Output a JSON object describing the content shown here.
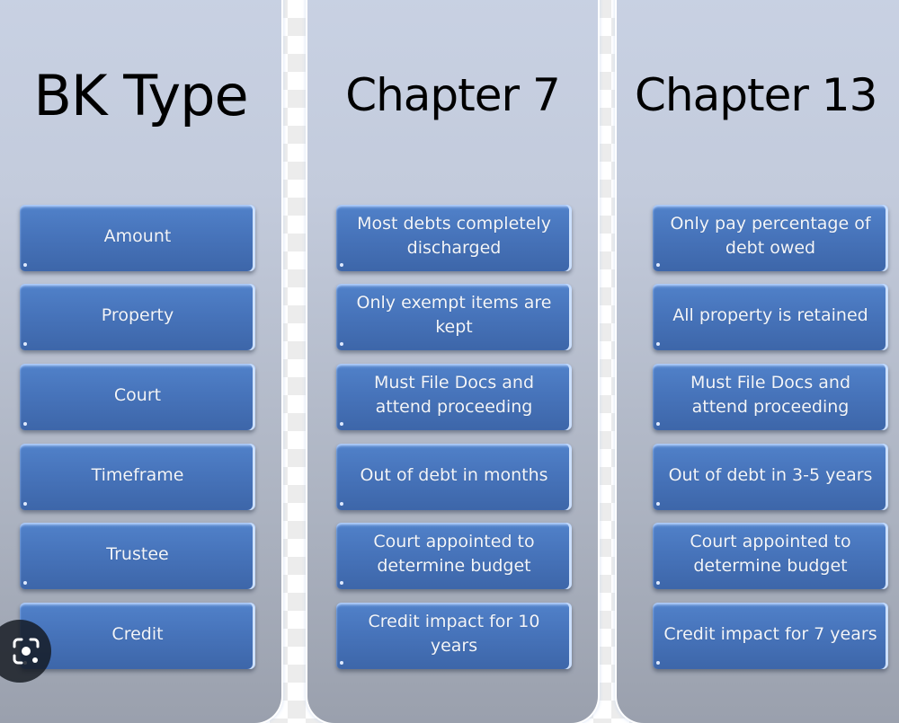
{
  "columns": [
    {
      "title": "BK Type",
      "cells": [
        "Amount",
        "Property",
        "Court",
        "Timeframe",
        "Trustee",
        "Credit"
      ]
    },
    {
      "title": "Chapter 7",
      "cells": [
        "Most debts completely discharged",
        "Only exempt items are kept",
        "Must File Docs and attend proceeding",
        "Out of debt in months",
        "Court appointed to determine budget",
        "Credit impact for 10 years"
      ]
    },
    {
      "title": "Chapter 13",
      "cells": [
        "Only pay percentage of debt owed",
        "All property is retained",
        "Must File Docs and attend proceeding",
        "Out of debt in 3-5 years",
        "Court appointed to determine budget",
        "Credit impact for 7 years"
      ]
    }
  ],
  "overlay": {
    "lens_icon": "google-lens-icon"
  },
  "colors": {
    "panel_top": "#c9d2e4",
    "panel_bottom": "#9aa0ad",
    "cell_blue": "#4774bb",
    "title_text": "#000000",
    "cell_text": "#f2f5fa"
  }
}
